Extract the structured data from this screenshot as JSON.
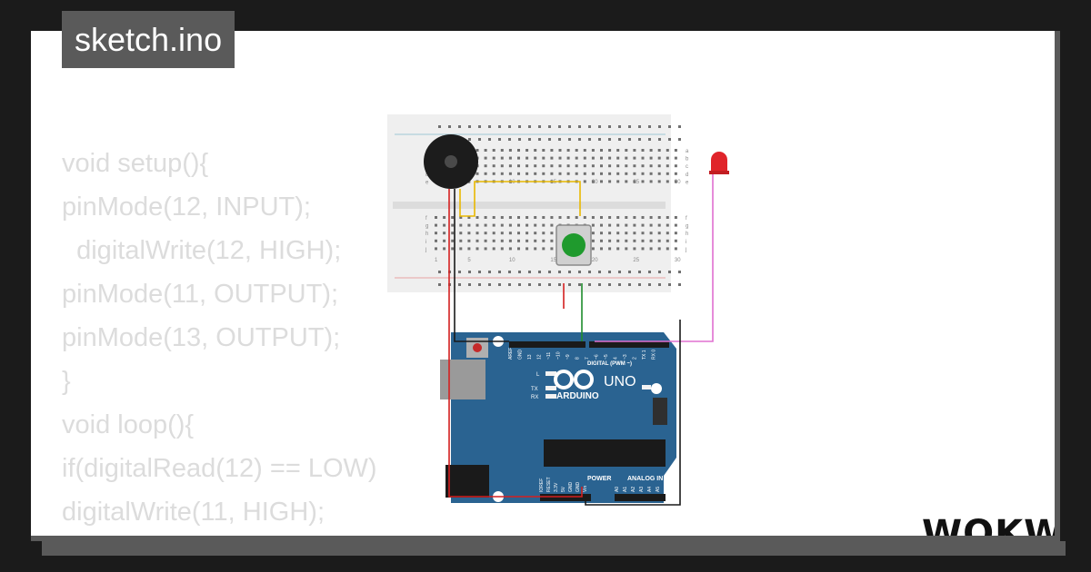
{
  "title": "sketch.ino",
  "code_lines": [
    "void setup(){",
    "pinMode(12, INPUT);",
    "  digitalWrite(12, HIGH);",
    "pinMode(11, OUTPUT);",
    "pinMode(13, OUTPUT);",
    "}",
    "void loop(){",
    "if(digitalRead(12) == LOW)",
    "digitalWrite(11, HIGH);",
    "}"
  ],
  "breadboard": {
    "column_numbers": [
      "1",
      "5",
      "10",
      "15",
      "20",
      "25",
      "30"
    ],
    "row_letters_top": [
      "a",
      "b",
      "c",
      "d",
      "e"
    ],
    "row_letters_bottom": [
      "f",
      "g",
      "h",
      "i",
      "j"
    ]
  },
  "arduino": {
    "model": "UNO",
    "brand": "ARDUINO",
    "digital_label": "DIGITAL (PWM ~)",
    "power_label": "POWER",
    "analog_label": "ANALOG IN",
    "on_label": "ON",
    "l_label": "L",
    "tx_label": "TX",
    "rx_label": "RX",
    "top_pins": [
      "AREF",
      "GND",
      "13",
      "12",
      "~11",
      "~10",
      "~9",
      "8",
      "7",
      "~6",
      "~5",
      "4",
      "~3",
      "2",
      "TX 1",
      "RX 0"
    ],
    "power_pins": [
      "IOREF",
      "RESET",
      "3.3V",
      "5V",
      "GND",
      "GND",
      "Vin"
    ],
    "analog_pins": [
      "A0",
      "A1",
      "A2",
      "A3",
      "A4",
      "A5"
    ]
  },
  "logo_text": "WOKWI",
  "colors": {
    "background": "#1b1b1b",
    "frame": "#ffffff",
    "title_bg": "#5a5a5a",
    "code_text": "#dcdcdc",
    "board_blue": "#2a6391",
    "button_green": "#1f9a2d",
    "led_red": "#e0242a",
    "wire_yellow": "#e8b800",
    "wire_red": "#d42020",
    "wire_green": "#1e8c2c",
    "wire_pink": "#e070d0"
  }
}
